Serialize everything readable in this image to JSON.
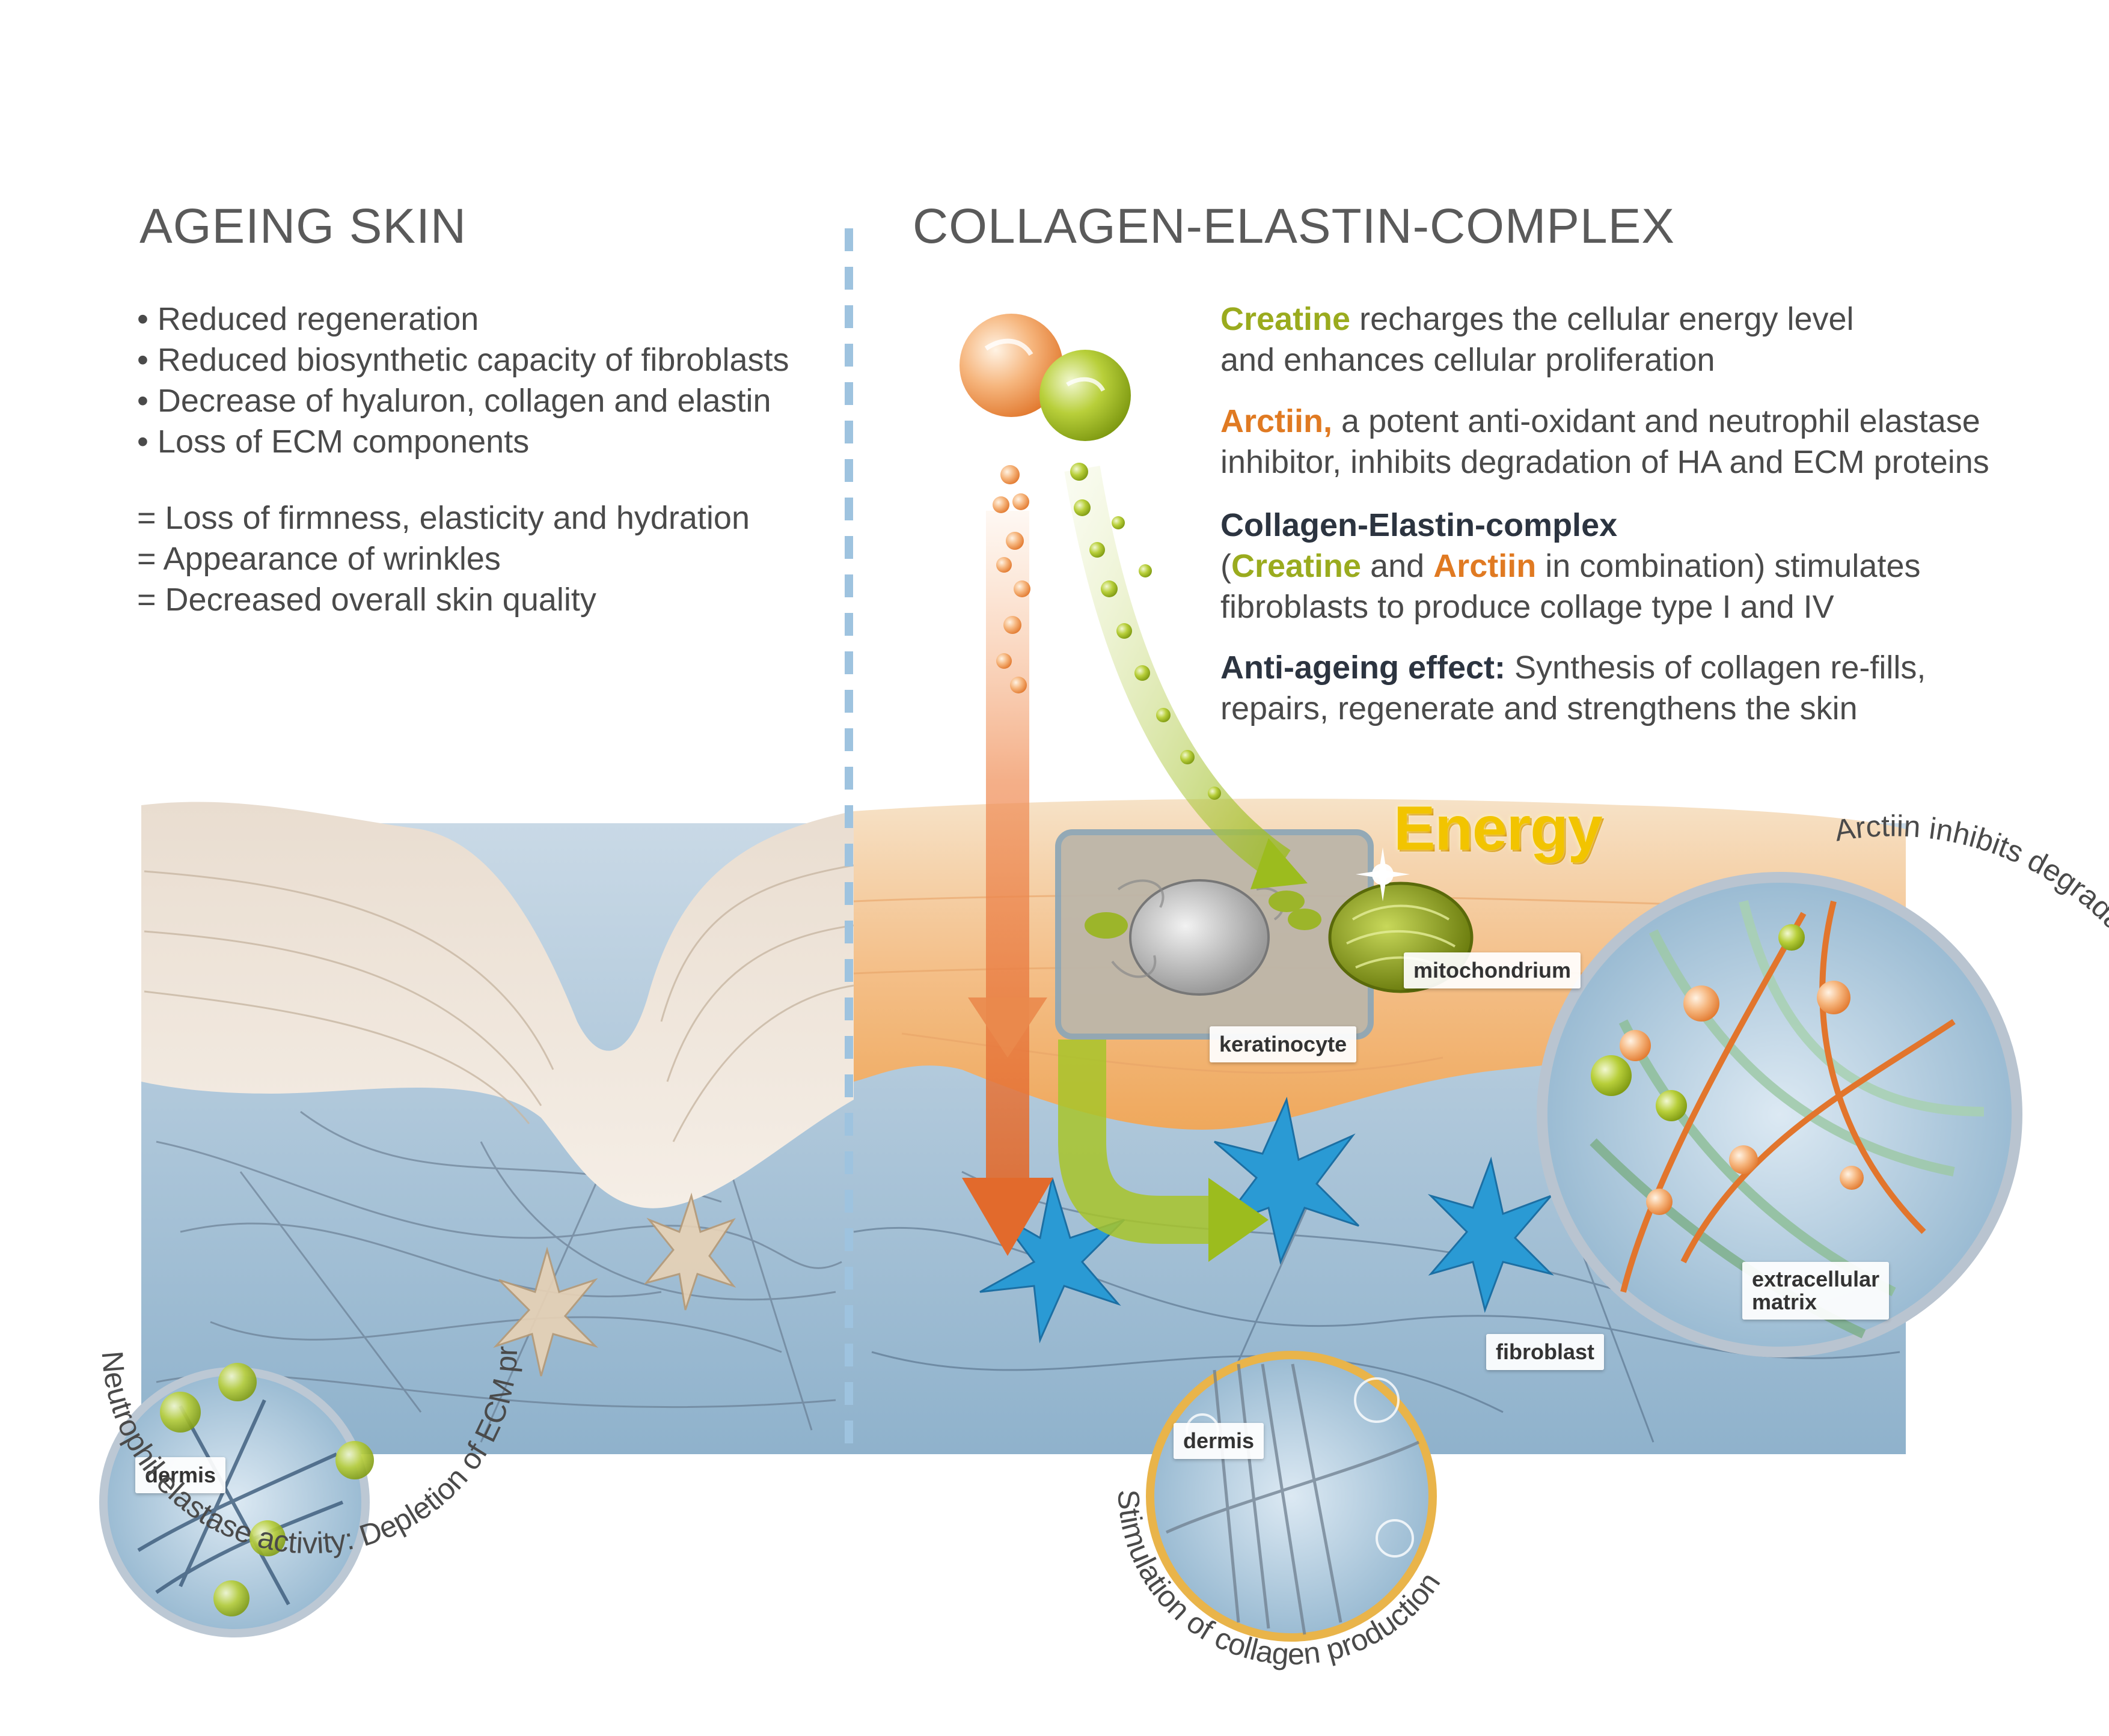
{
  "left": {
    "title": "AGEING SKIN",
    "bullets": [
      "• Reduced regeneration",
      "• Reduced biosynthetic capacity of fibroblasts",
      "• Decrease of hyaluron, collagen and elastin",
      "• Loss of ECM components"
    ],
    "results": [
      "= Loss of firmness, elasticity and hydration",
      "= Appearance of wrinkles",
      "= Decreased overall skin quality"
    ]
  },
  "right": {
    "title": "COLLAGEN-ELASTIN-COMPLEX",
    "creatine": {
      "term": "Creatine",
      "line1": " recharges the cellular energy level",
      "line2": "and enhances cellular proliferation"
    },
    "arctiin": {
      "term": "Arctiin,",
      "line1": " a potent anti-oxidant and neutrophil elastase",
      "line2": "inhibitor, inhibits degradation of HA and ECM proteins"
    },
    "complex": {
      "heading": "Collagen-Elastin-complex",
      "open": "(",
      "creatine": "Creatine",
      "and": " and ",
      "arctiin": "Arctiin",
      "rest": " in combination) stimulates",
      "line3": "fibroblasts to produce collage type I and IV"
    },
    "antiageing": {
      "term": "Anti-ageing effect:",
      "line1": " Synthesis of collagen re-fills,",
      "line2": "repairs, regenerate and strengthens the skin"
    }
  },
  "labels": {
    "energy": "Energy",
    "mitochondrium": "mitochondrium",
    "keratinocyte": "keratinocyte",
    "fibroblast": "fibroblast",
    "extracellular_matrix_1": "extracellular",
    "extracellular_matrix_2": "matrix",
    "dermis_left": "dermis",
    "dermis_center": "dermis"
  },
  "captions": {
    "left_circle": "Neutrophil elastase activity: Depletion of ECM proteins",
    "center_circle": "Stimulation of collagen production",
    "right_circle": "Arctiin inhibits degradation of ECM proteins"
  },
  "colors": {
    "creatine_green": "#9aab1e",
    "arctiin_orange": "#e07a22",
    "fibroblast_blue": "#2a9ad4",
    "divider_blue": "#9ec3df"
  }
}
